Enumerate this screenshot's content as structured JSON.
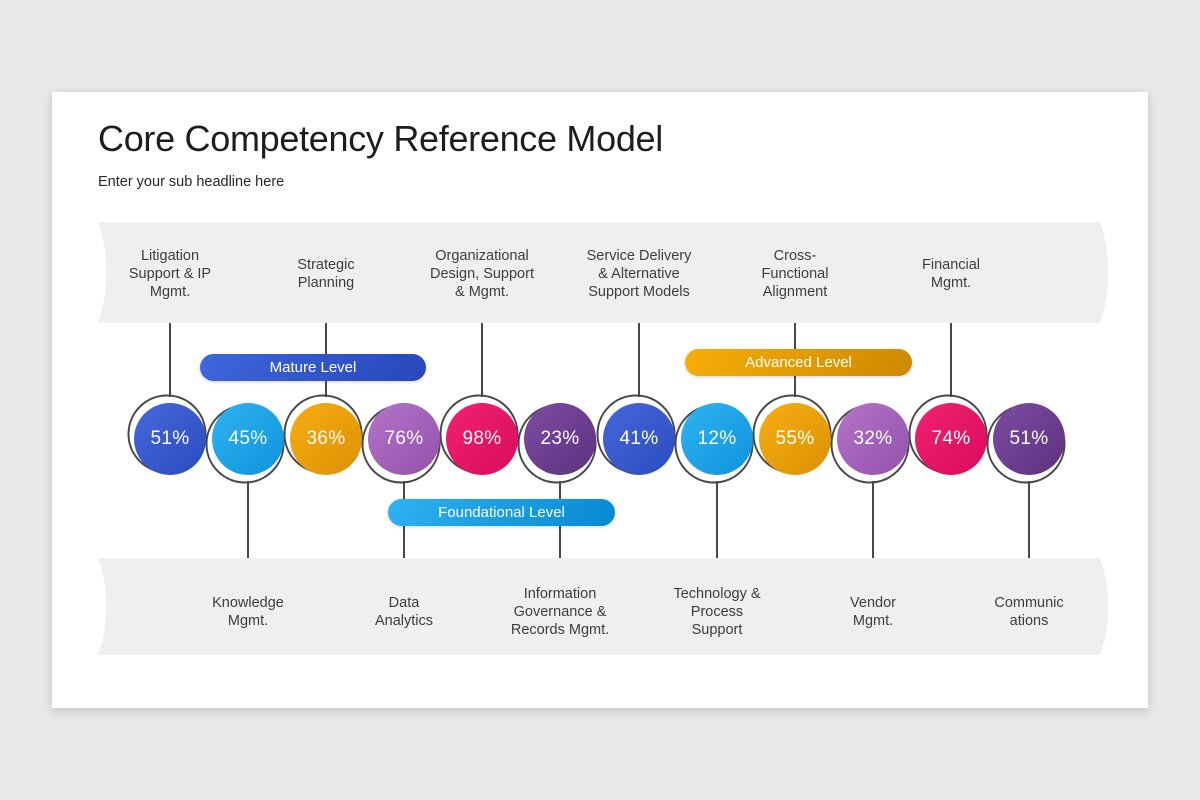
{
  "header": {
    "title": "Core Competency Reference Model",
    "subtitle": "Enter your sub headline here"
  },
  "top_band": {
    "items": [
      {
        "label": "Litigation\nSupport & IP\nMgmt."
      },
      {
        "label": "Strategic\nPlanning"
      },
      {
        "label": "Organizational\nDesign, Support\n& Mgmt."
      },
      {
        "label": "Service Delivery\n& Alternative\nSupport Models"
      },
      {
        "label": "Cross-\nFunctional\nAlignment"
      },
      {
        "label": "Financial\nMgmt."
      }
    ]
  },
  "bottom_band": {
    "items": [
      {
        "label": "Knowledge\nMgmt."
      },
      {
        "label": "Data\nAnalytics"
      },
      {
        "label": "Information\nGovernance &\nRecords Mgmt."
      },
      {
        "label": "Technology &\nProcess\nSupport"
      },
      {
        "label": "Vendor\nMgmt."
      },
      {
        "label": "Communic\nations"
      }
    ]
  },
  "levels": {
    "mature": {
      "label": "Mature Level",
      "c1": "#3e66da",
      "c2": "#2847bb"
    },
    "advanced": {
      "label": "Advanced Level",
      "c1": "#f6ae08",
      "c2": "#cd8900"
    },
    "foundational": {
      "label": "Foundational Level",
      "c1": "#2db2f1",
      "c2": "#0689d3"
    }
  },
  "competency_circles": [
    {
      "value": "51%",
      "c1": "#4668d8",
      "c2": "#2a4cc2",
      "connection": "top"
    },
    {
      "value": "45%",
      "c1": "#30b3f2",
      "c2": "#0e93dc",
      "connection": "bottom"
    },
    {
      "value": "36%",
      "c1": "#f6ae12",
      "c2": "#dd9004",
      "connection": "top"
    },
    {
      "value": "76%",
      "c1": "#b374c9",
      "c2": "#9451ab",
      "connection": "bottom"
    },
    {
      "value": "98%",
      "c1": "#f22172",
      "c2": "#d90b5c",
      "connection": "top"
    },
    {
      "value": "23%",
      "c1": "#7d4ca3",
      "c2": "#5d317f",
      "connection": "bottom"
    },
    {
      "value": "41%",
      "c1": "#4668d8",
      "c2": "#2a4cc2",
      "connection": "top"
    },
    {
      "value": "12%",
      "c1": "#30b3f2",
      "c2": "#0e93dc",
      "connection": "bottom"
    },
    {
      "value": "55%",
      "c1": "#f6ae12",
      "c2": "#dd9004",
      "connection": "top"
    },
    {
      "value": "32%",
      "c1": "#b374c9",
      "c2": "#9451ab",
      "connection": "bottom"
    },
    {
      "value": "74%",
      "c1": "#f22172",
      "c2": "#d90b5c",
      "connection": "top"
    },
    {
      "value": "51%",
      "c1": "#7d4ca3",
      "c2": "#5d317f",
      "connection": "bottom"
    }
  ],
  "colors": {
    "page_background": "#e8e8e8",
    "card_background": "#ffffff",
    "band_fill": "#efefef",
    "connector_line": "#474747",
    "label_text": "#3d3d3d"
  }
}
